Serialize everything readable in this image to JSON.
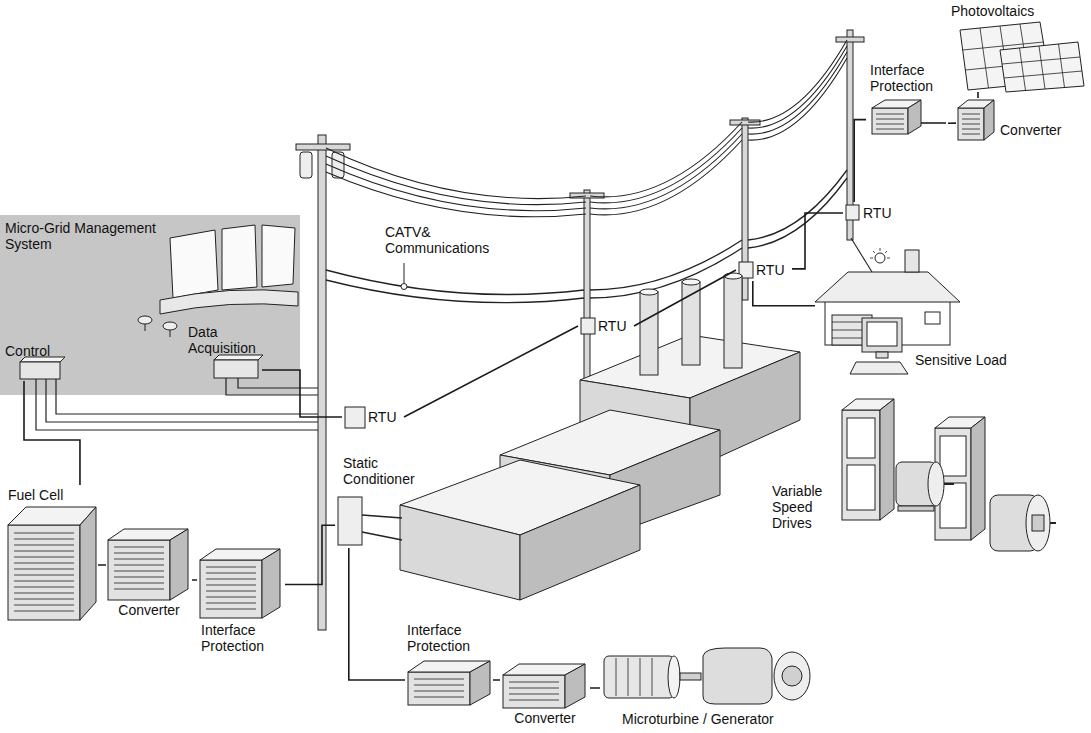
{
  "diagram": {
    "nodes": [
      {
        "text": [
          "Micro-Grid Management System"
        ]
      },
      {
        "text": [
          "Control"
        ],
        "in": 0
      },
      {
        "text": [
          "Data Acquisition"
        ],
        "in": 0
      },
      {
        "text": [
          "RTU"
        ]
      },
      {
        "text": [
          "RTU"
        ]
      },
      {
        "text": [
          "RTU"
        ]
      },
      {
        "text": [
          "RTU"
        ]
      },
      {
        "text": [
          "Static Conditioner"
        ]
      },
      {
        "text": [
          "Fuel Cell"
        ]
      },
      {
        "text": [
          "Converter"
        ]
      },
      {
        "text": [
          "Interface Protection"
        ]
      },
      {
        "text": [
          "Interface Protection"
        ]
      },
      {
        "text": [
          "Converter"
        ]
      },
      {
        "text": [
          "Microturbine / Generator"
        ]
      },
      {
        "text": [
          "Photovoltaics"
        ]
      },
      {
        "text": [
          "Interface Protection"
        ]
      },
      {
        "text": [
          "Converter"
        ]
      },
      {
        "text": [
          "Sensitive Load"
        ]
      },
      {
        "text": [
          "Variable Speed Drives"
        ]
      }
    ],
    "edges": [
      {
        "from": 1,
        "to": 8,
        "arrow": "none"
      },
      {
        "from": 2,
        "to": 3,
        "arrow": "none"
      },
      {
        "from": 8,
        "to": 9,
        "arrow": "none"
      },
      {
        "from": 9,
        "to": 10,
        "arrow": "none"
      },
      {
        "from": 10,
        "to": 7,
        "arrow": "none"
      },
      {
        "from": 7,
        "to": 11,
        "arrow": "none"
      },
      {
        "from": 11,
        "to": 12,
        "arrow": "none"
      },
      {
        "from": 12,
        "to": 13,
        "arrow": "none"
      },
      {
        "from": 3,
        "to": 4,
        "arrow": "none"
      },
      {
        "from": 4,
        "to": 5,
        "arrow": "none"
      },
      {
        "from": 5,
        "to": 6,
        "arrow": "none"
      },
      {
        "from": 6,
        "to": 15,
        "arrow": "none"
      },
      {
        "from": 15,
        "to": 16,
        "arrow": "none"
      },
      {
        "from": 16,
        "to": 14,
        "arrow": "none"
      },
      {
        "from": 5,
        "to": 17,
        "arrow": "none"
      }
    ],
    "labels": [
      "CATV& Communications"
    ]
  }
}
